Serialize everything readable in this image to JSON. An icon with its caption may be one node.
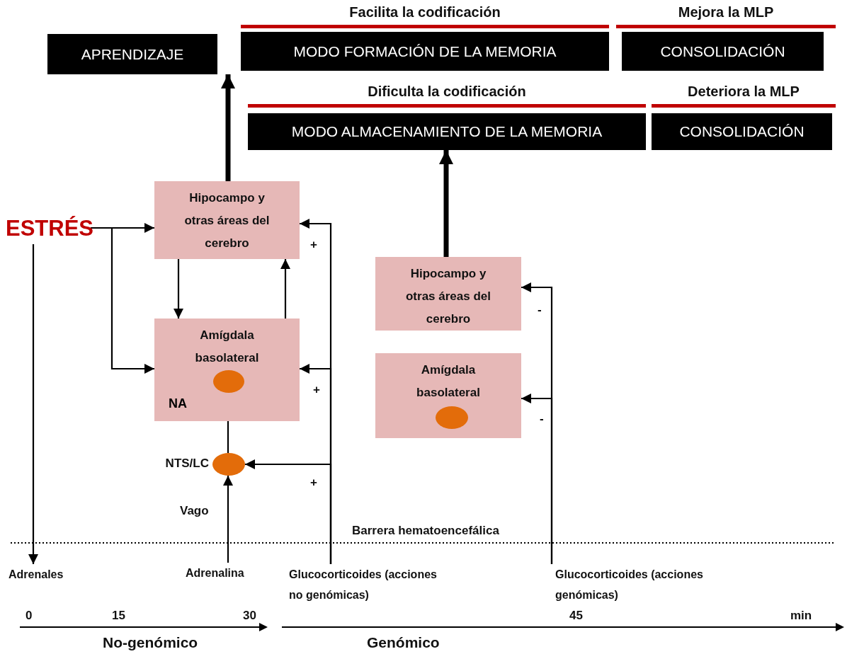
{
  "diagram": {
    "nodes": [
      {
        "text": [
          "APRENDIZAJE"
        ]
      },
      {
        "text": [
          "MODO FORMACIÓN DE LA MEMORIA"
        ],
        "beside": [
          "Facilita la codificación"
        ]
      },
      {
        "text": [
          "CONSOLIDACIÓN"
        ],
        "beside": [
          "Mejora la MLP"
        ]
      },
      {
        "text": [
          "MODO ALMACENAMIENTO DE LA MEMORIA"
        ],
        "beside": [
          "Dificulta la codificación"
        ]
      },
      {
        "text": [
          "CONSOLIDACIÓN"
        ],
        "beside": [
          "Deteriora la MLP"
        ]
      },
      {
        "text": [
          "ESTRÉS"
        ]
      },
      {
        "text": [
          "Hipocampo y otras áreas del cerebro"
        ]
      },
      {
        "text": [
          "Amígdala basolateral",
          "NA"
        ]
      },
      {
        "text": [],
        "shape": "circle",
        "in": 7
      },
      {
        "text": [],
        "shape": "circle",
        "beside": [
          "NTS/LC"
        ]
      },
      {
        "text": [
          "Adrenales"
        ]
      },
      {
        "text": [
          "Adrenalina"
        ]
      },
      {
        "text": [
          "Glucocorticoides (acciones no genómicas)"
        ]
      },
      {
        "text": [
          "Hipocampo y otras áreas del cerebro"
        ]
      },
      {
        "text": [
          "Amígdala basolateral"
        ]
      },
      {
        "text": [],
        "shape": "circle",
        "in": 14
      },
      {
        "text": [
          "Glucocorticoides (acciones genómicas)"
        ]
      }
    ],
    "edges": [
      {
        "from": 5,
        "to": 6,
        "arrow": "to"
      },
      {
        "from": 5,
        "to": 7,
        "arrow": "to"
      },
      {
        "from": 5,
        "to": 10,
        "arrow": "to"
      },
      {
        "from": 6,
        "to": 7,
        "arrow": "to"
      },
      {
        "from": 7,
        "to": 6,
        "arrow": "to"
      },
      {
        "from": 6,
        "to": 0,
        "arrow": "to",
        "style": "thick"
      },
      {
        "from": 13,
        "to": 3,
        "arrow": "to",
        "style": "thick"
      },
      {
        "from": 11,
        "to": 9,
        "arrow": "to",
        "label": "Vago"
      },
      {
        "from": 9,
        "to": 8,
        "arrow": "none"
      },
      {
        "from": 12,
        "to": 6,
        "arrow": "to",
        "label": "+"
      },
      {
        "from": 12,
        "to": 7,
        "arrow": "to",
        "label": "+"
      },
      {
        "from": 12,
        "to": 9,
        "arrow": "to",
        "label": "+"
      },
      {
        "from": 16,
        "to": 13,
        "arrow": "to",
        "label": "-"
      },
      {
        "from": 16,
        "to": 14,
        "arrow": "to",
        "label": "-"
      }
    ],
    "labels": [
      "Barrera hematoencefálica",
      "0",
      "15",
      "30",
      "45",
      "min",
      "No-genómico",
      "Genómico"
    ]
  }
}
